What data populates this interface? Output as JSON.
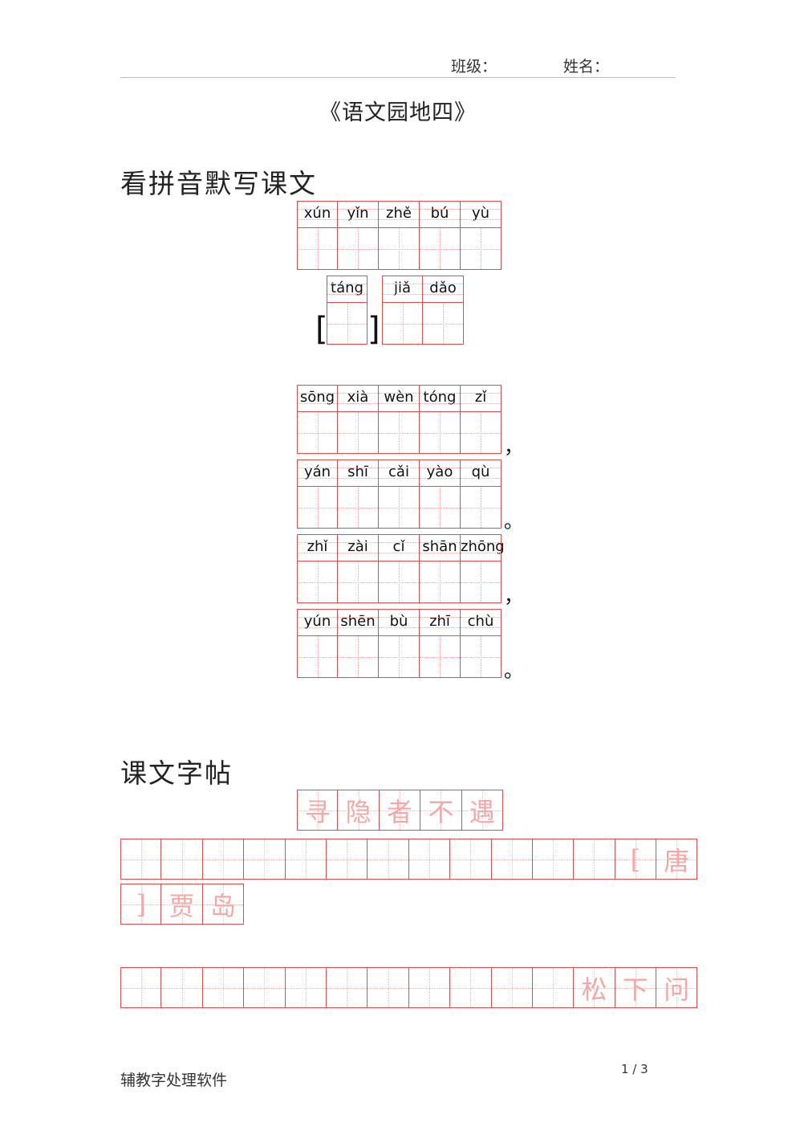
{
  "header": {
    "class_label": "班级：",
    "name_label": "姓名："
  },
  "title": "《语文园地四》",
  "section1": {
    "title": "看拼音默写课文",
    "title_row": [
      "xún",
      "yǐn",
      "zhě",
      "bú",
      "yù"
    ],
    "author_dynasty": [
      "táng"
    ],
    "author_name": [
      "jiǎ",
      "dǎo"
    ],
    "bracket_open": "[",
    "bracket_close": "]",
    "lines": [
      {
        "pinyin": [
          "sōng",
          "xià",
          "wèn",
          "tóng",
          "zǐ"
        ],
        "punct": "，"
      },
      {
        "pinyin": [
          "yán",
          "shī",
          "cǎi",
          "yào",
          "qù"
        ],
        "punct": "。"
      },
      {
        "pinyin": [
          "zhǐ",
          "zài",
          "cǐ",
          "shān",
          "zhōng"
        ],
        "punct": "，"
      },
      {
        "pinyin": [
          "yún",
          "shēn",
          "bù",
          "zhī",
          "chù"
        ],
        "punct": "。"
      }
    ]
  },
  "section2": {
    "title": "课文字帖",
    "title_chars": [
      "寻",
      "隐",
      "者",
      "不",
      "遇"
    ],
    "row1": [
      "",
      "",
      "",
      "",
      "",
      "",
      "",
      "",
      "",
      "",
      "",
      "",
      "[",
      "唐"
    ],
    "row2": [
      "]",
      "贾",
      "岛"
    ],
    "row3": [
      "",
      "",
      "",
      "",
      "",
      "",
      "",
      "",
      "",
      "",
      "",
      "松",
      "下",
      "问"
    ]
  },
  "footer": {
    "left": "辅教字处理软件",
    "page": "1 / 3"
  }
}
